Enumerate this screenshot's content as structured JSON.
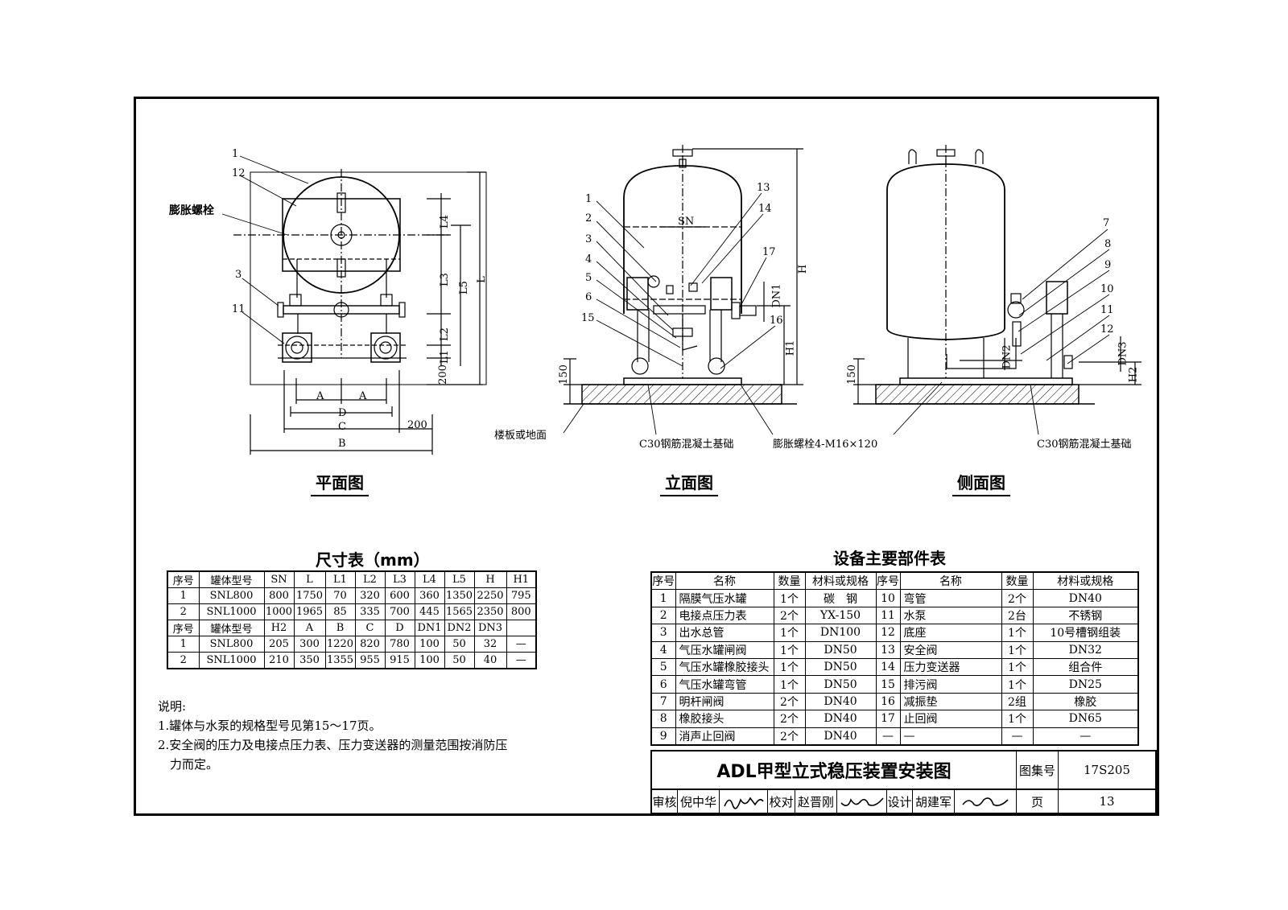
{
  "views": {
    "plan_title": "平面图",
    "elevation_title": "立面图",
    "side_title": "侧面图"
  },
  "labels": {
    "expansion_bolt": "膨胀螺栓",
    "floor": "楼板或地面",
    "foundation": "C30钢筋混凝土基础",
    "bolt_spec": "膨胀螺栓4-M16×120",
    "foundation_side": "C30钢筋混凝土基础",
    "sn": "SN",
    "h": "H",
    "h1": "H1",
    "h2": "H2",
    "dn1": "DN1",
    "dn2": "DN2",
    "dn3": "DN3",
    "l": "L",
    "l1": "L1",
    "l2": "L2",
    "l3": "L3",
    "l4": "L4",
    "l5": "L5",
    "a": "A",
    "b": "B",
    "c": "C",
    "d": "D",
    "dim_200a": "200",
    "dim_200b": "200",
    "dim_150a": "150",
    "dim_150b": "150"
  },
  "part_callouts": {
    "plan": [
      "1",
      "12",
      "3",
      "11"
    ],
    "elev_left": [
      "1",
      "2",
      "3",
      "4",
      "5",
      "6",
      "15"
    ],
    "elev_right": [
      "13",
      "14",
      "17",
      "16"
    ],
    "side": [
      "7",
      "8",
      "9",
      "10",
      "11",
      "12"
    ]
  },
  "dim_table": {
    "title": "尺寸表（mm）",
    "header1": [
      "序号",
      "罐体型号",
      "SN",
      "L",
      "L1",
      "L2",
      "L3",
      "L4",
      "L5",
      "H",
      "H1"
    ],
    "rows1": [
      [
        "1",
        "SNL800",
        "800",
        "1750",
        "70",
        "320",
        "600",
        "360",
        "1350",
        "2250",
        "795"
      ],
      [
        "2",
        "SNL1000",
        "1000",
        "1965",
        "85",
        "335",
        "700",
        "445",
        "1565",
        "2350",
        "800"
      ]
    ],
    "header2": [
      "序号",
      "罐体型号",
      "H2",
      "A",
      "B",
      "C",
      "D",
      "DN1",
      "DN2",
      "DN3",
      ""
    ],
    "rows2": [
      [
        "1",
        "SNL800",
        "205",
        "300",
        "1220",
        "820",
        "780",
        "100",
        "50",
        "32",
        "—"
      ],
      [
        "2",
        "SNL1000",
        "210",
        "350",
        "1355",
        "955",
        "915",
        "100",
        "50",
        "40",
        "—"
      ]
    ]
  },
  "parts_table": {
    "title": "设备主要部件表",
    "header": [
      "序号",
      "名称",
      "数量",
      "材料或规格",
      "序号",
      "名称",
      "数量",
      "材料或规格"
    ],
    "rows": [
      [
        "1",
        "隔膜气压水罐",
        "1个",
        "碳　钢",
        "10",
        "弯管",
        "2个",
        "DN40"
      ],
      [
        "2",
        "电接点压力表",
        "2个",
        "YX-150",
        "11",
        "水泵",
        "2台",
        "不锈钢"
      ],
      [
        "3",
        "出水总管",
        "1个",
        "DN100",
        "12",
        "底座",
        "1个",
        "10号槽钢组装"
      ],
      [
        "4",
        "气压水罐闸阀",
        "1个",
        "DN50",
        "13",
        "安全阀",
        "1个",
        "DN32"
      ],
      [
        "5",
        "气压水罐橡胶接头",
        "1个",
        "DN50",
        "14",
        "压力变送器",
        "1个",
        "组合件"
      ],
      [
        "6",
        "气压水罐弯管",
        "1个",
        "DN50",
        "15",
        "排污阀",
        "1个",
        "DN25"
      ],
      [
        "7",
        "明杆闸阀",
        "2个",
        "DN40",
        "16",
        "减振垫",
        "2组",
        "橡胶"
      ],
      [
        "8",
        "橡胶接头",
        "2个",
        "DN40",
        "17",
        "止回阀",
        "1个",
        "DN65"
      ],
      [
        "9",
        "消声止回阀",
        "2个",
        "DN40",
        "—",
        "—",
        "—",
        "—"
      ]
    ]
  },
  "notes": {
    "heading": "说明:",
    "items": [
      "1.罐体与水泵的规格型号见第15～17页。",
      "2.安全阀的压力及电接点压力表、压力变送器的测量范围按消防压",
      "　力而定。"
    ]
  },
  "title_block": {
    "title": "ADL甲型立式稳压装置安装图",
    "atlas_label": "图集号",
    "atlas_no": "17S205",
    "review_label": "审核",
    "reviewer": "倪中华",
    "check_label": "校对",
    "checker": "赵晋刚",
    "design_label": "设计",
    "designer": "胡建军",
    "page_label": "页",
    "page_no": "13"
  }
}
